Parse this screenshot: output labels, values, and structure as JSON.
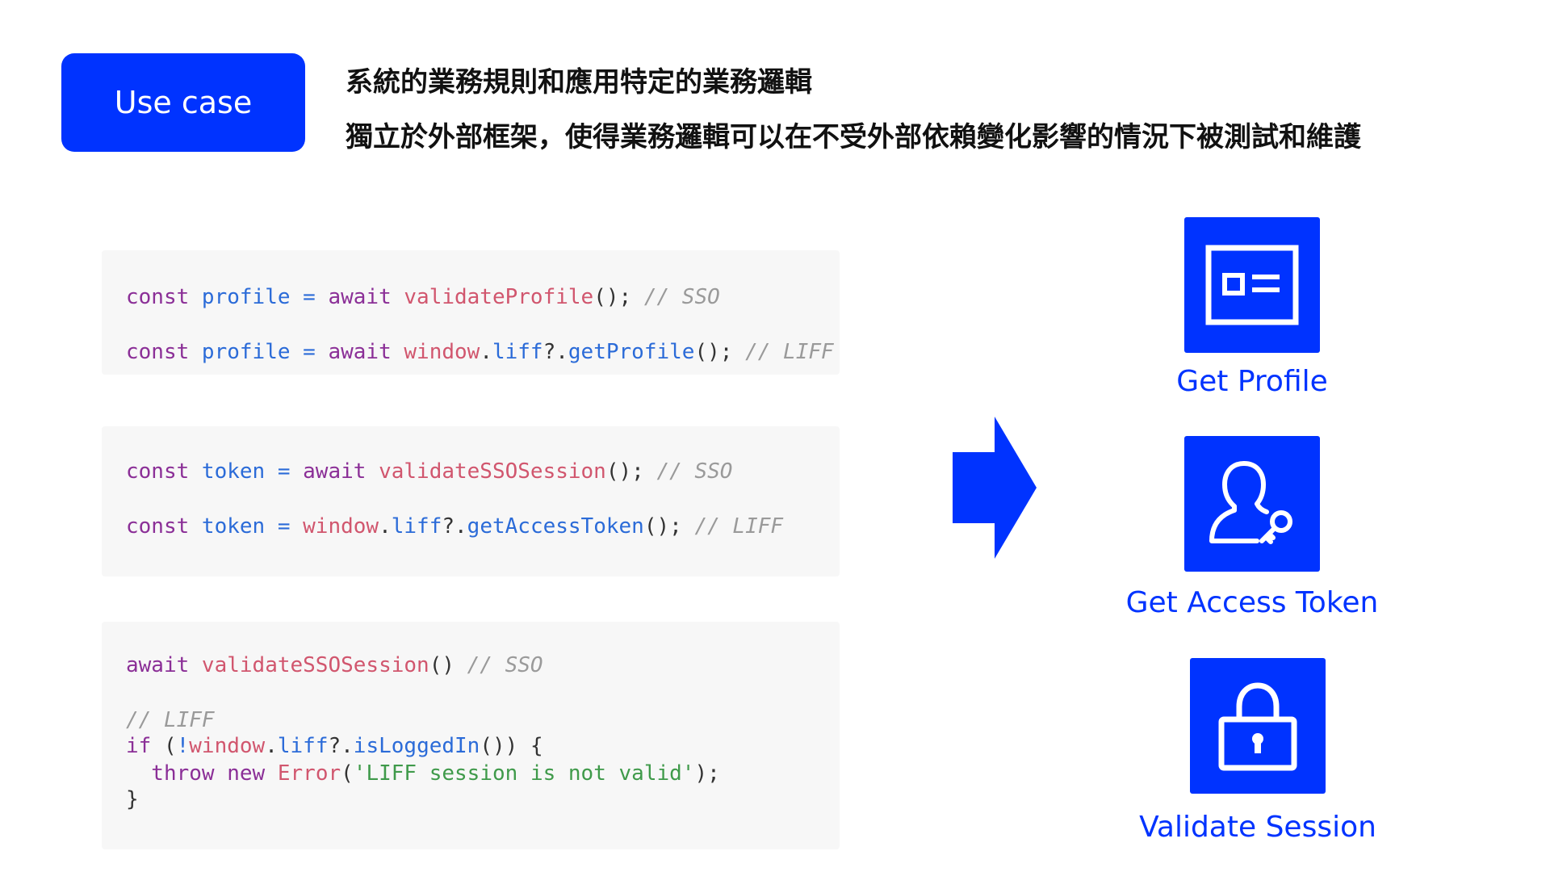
{
  "header": {
    "badge": "Use case",
    "line1": "系統的業務規則和應用特定的業務邏輯",
    "line2": "獨立於外部框架，使得業務邏輯可以在不受外部依賴變化影響的情況下被測試和維護"
  },
  "code_blocks": [
    {
      "lines": [
        [
          {
            "t": "const ",
            "c": "kw"
          },
          {
            "t": "profile ",
            "c": "va"
          },
          {
            "t": "= ",
            "c": "op"
          },
          {
            "t": "await ",
            "c": "kw"
          },
          {
            "t": "validateProfile",
            "c": "fn"
          },
          {
            "t": "(); ",
            "c": "pn"
          },
          {
            "t": "// SSO",
            "c": "cm"
          }
        ],
        [
          {
            "t": "const ",
            "c": "kw"
          },
          {
            "t": "profile ",
            "c": "va"
          },
          {
            "t": "= ",
            "c": "op"
          },
          {
            "t": "await ",
            "c": "kw"
          },
          {
            "t": "window",
            "c": "fn"
          },
          {
            "t": ".",
            "c": "pn"
          },
          {
            "t": "liff",
            "c": "mt"
          },
          {
            "t": "?.",
            "c": "pn"
          },
          {
            "t": "getProfile",
            "c": "mt"
          },
          {
            "t": "(); ",
            "c": "pn"
          },
          {
            "t": "// LIFF",
            "c": "cm"
          }
        ]
      ]
    },
    {
      "lines": [
        [
          {
            "t": "const ",
            "c": "kw"
          },
          {
            "t": "token ",
            "c": "va"
          },
          {
            "t": "= ",
            "c": "op"
          },
          {
            "t": "await ",
            "c": "kw"
          },
          {
            "t": "validateSSOSession",
            "c": "fn"
          },
          {
            "t": "(); ",
            "c": "pn"
          },
          {
            "t": "// SSO",
            "c": "cm"
          }
        ],
        [
          {
            "t": "const ",
            "c": "kw"
          },
          {
            "t": "token ",
            "c": "va"
          },
          {
            "t": "= ",
            "c": "op"
          },
          {
            "t": "window",
            "c": "fn"
          },
          {
            "t": ".",
            "c": "pn"
          },
          {
            "t": "liff",
            "c": "mt"
          },
          {
            "t": "?.",
            "c": "pn"
          },
          {
            "t": "getAccessToken",
            "c": "mt"
          },
          {
            "t": "(); ",
            "c": "pn"
          },
          {
            "t": "// LIFF",
            "c": "cm"
          }
        ]
      ]
    },
    {
      "lines": [
        [
          {
            "t": "await ",
            "c": "kw"
          },
          {
            "t": "validateSSOSession",
            "c": "fn"
          },
          {
            "t": "() ",
            "c": "pn"
          },
          {
            "t": "// SSO",
            "c": "cm"
          }
        ],
        [
          {
            "t": "// LIFF",
            "c": "cm"
          }
        ],
        [
          {
            "t": "if ",
            "c": "kw"
          },
          {
            "t": "(",
            "c": "pn"
          },
          {
            "t": "!",
            "c": "op"
          },
          {
            "t": "window",
            "c": "fn"
          },
          {
            "t": ".",
            "c": "pn"
          },
          {
            "t": "liff",
            "c": "mt"
          },
          {
            "t": "?.",
            "c": "pn"
          },
          {
            "t": "isLoggedIn",
            "c": "mt"
          },
          {
            "t": "()) {",
            "c": "pn"
          }
        ],
        [
          {
            "t": "  throw ",
            "c": "kw"
          },
          {
            "t": "new ",
            "c": "kw"
          },
          {
            "t": "Error",
            "c": "fn"
          },
          {
            "t": "(",
            "c": "pn"
          },
          {
            "t": "'LIFF session is not valid'",
            "c": "st"
          },
          {
            "t": ");",
            "c": "pn"
          }
        ],
        [
          {
            "t": "}",
            "c": "pn"
          }
        ]
      ]
    }
  ],
  "use_cases": [
    {
      "label": "Get Profile",
      "icon": "id-card-icon"
    },
    {
      "label": "Get Access Token",
      "icon": "user-key-icon"
    },
    {
      "label": "Validate Session",
      "icon": "lock-icon"
    }
  ],
  "colors": {
    "accent": "#0033ff",
    "code_bg": "#f7f7f7",
    "keyword": "#8b2f97",
    "function": "#d1566e",
    "method": "#2b6bd8",
    "comment": "#9a9a9a",
    "string": "#3f9a4a"
  }
}
